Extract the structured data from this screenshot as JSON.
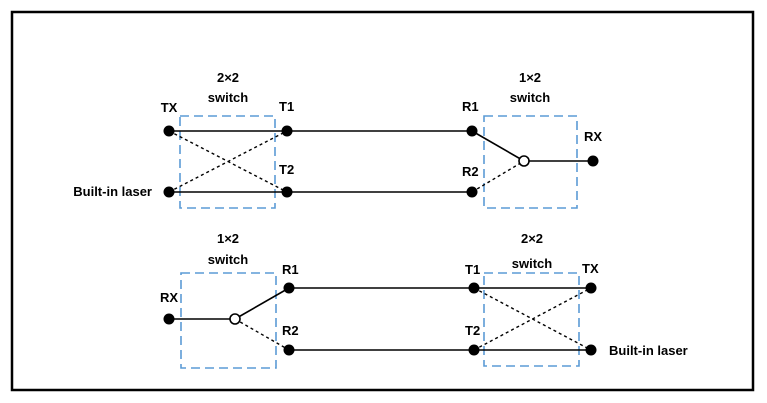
{
  "top": {
    "switch_2x2": {
      "size": "2×2",
      "word": "switch"
    },
    "switch_1x2": {
      "size": "1×2",
      "word": "switch"
    },
    "ports": {
      "tx": "TX",
      "t1": "T1",
      "t2": "T2",
      "builtin": "Built-in laser",
      "r1": "R1",
      "r2": "R2",
      "rx": "RX"
    }
  },
  "bottom": {
    "switch_1x2": {
      "size": "1×2",
      "word": "switch"
    },
    "switch_2x2": {
      "size": "2×2",
      "word": "switch"
    },
    "ports": {
      "rx": "RX",
      "r1": "R1",
      "r2": "R2",
      "t1": "T1",
      "t2": "T2",
      "tx": "TX",
      "builtin": "Built-in laser"
    }
  },
  "colors": {
    "frame": "#000000",
    "switch_box": "#5b9bd5",
    "wire": "#000000"
  }
}
